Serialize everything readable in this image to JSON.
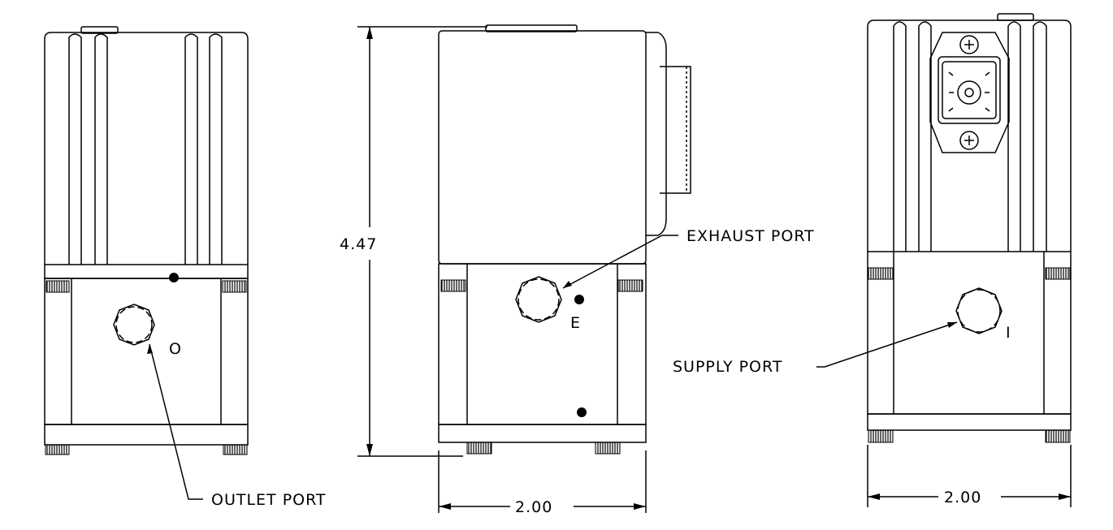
{
  "left_view": {
    "port_label": "OUTLET PORT",
    "port_letter": "O"
  },
  "middle_view": {
    "port_label": "EXHAUST PORT",
    "port_letter": "E",
    "height_dimension": "4.47",
    "width_dimension": "2.00"
  },
  "right_view": {
    "port_label": "SUPPLY PORT",
    "port_letter": "I",
    "width_dimension": "2.00"
  },
  "colors": {
    "line": "#000000",
    "background": "#ffffff"
  }
}
